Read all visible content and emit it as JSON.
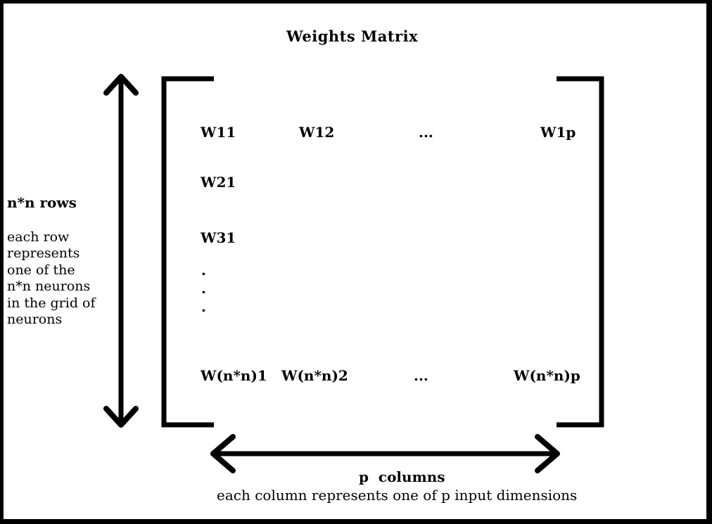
{
  "title": "Weights Matrix",
  "matrix": {
    "row1": [
      "W11",
      "W12",
      "...",
      "W1p"
    ],
    "row2_first": "W21",
    "row3_first": "W31",
    "vdots": [
      ".",
      ".",
      "."
    ],
    "last_row": [
      "W(n*n)1",
      "W(n*n)2",
      "...",
      "W(n*n)p"
    ]
  },
  "rows_annotation": {
    "heading": "n*n rows",
    "lines": [
      "each row",
      "represents",
      "one of the",
      "n*n neurons",
      "in the grid of",
      "neurons"
    ]
  },
  "columns_annotation": {
    "heading": "p  columns",
    "description": "each column represents one of p input dimensions"
  },
  "icons": {
    "rows_extent": "vertical-double-arrow",
    "columns_extent": "horizontal-double-arrow"
  },
  "colors": {
    "ink": "#000000",
    "background": "#ffffff"
  }
}
